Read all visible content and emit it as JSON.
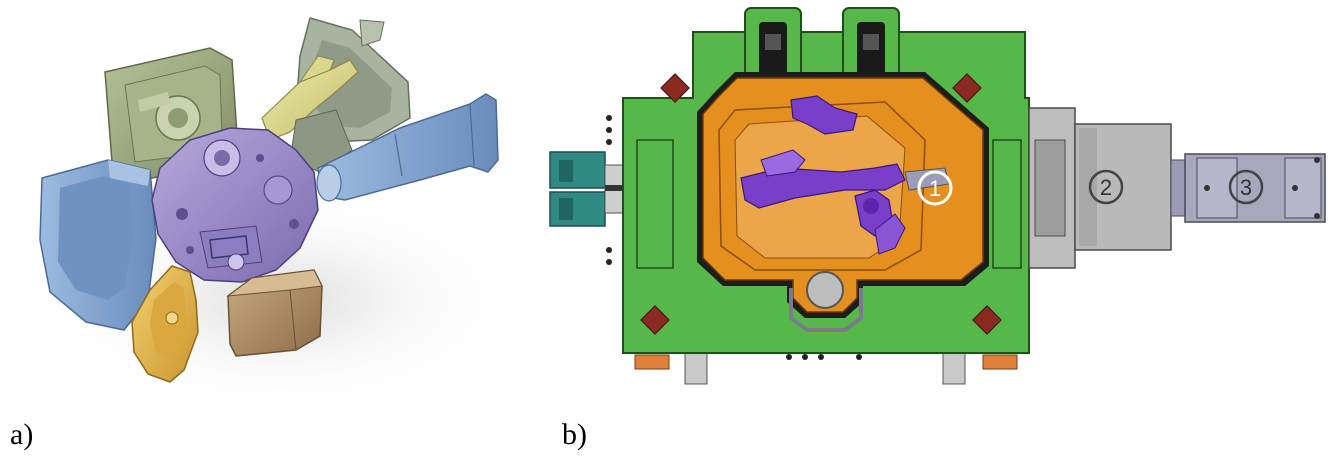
{
  "panel_a": {
    "caption": "a)"
  },
  "panel_b": {
    "caption": "b)",
    "markers": [
      {
        "label": "1"
      },
      {
        "label": "2"
      },
      {
        "label": "3"
      }
    ]
  },
  "colors": {
    "mold_frame": "#55b848",
    "cavity": "#e5901e",
    "casting": "#7a3fc8",
    "cylinder": "#a7a7bd",
    "core_block": "#b9b9b9",
    "slide_blue": "#7d9fc9",
    "slide_green": "#9aa87a",
    "slide_yellow": "#e2b44a",
    "slide_brown": "#a98a62"
  }
}
